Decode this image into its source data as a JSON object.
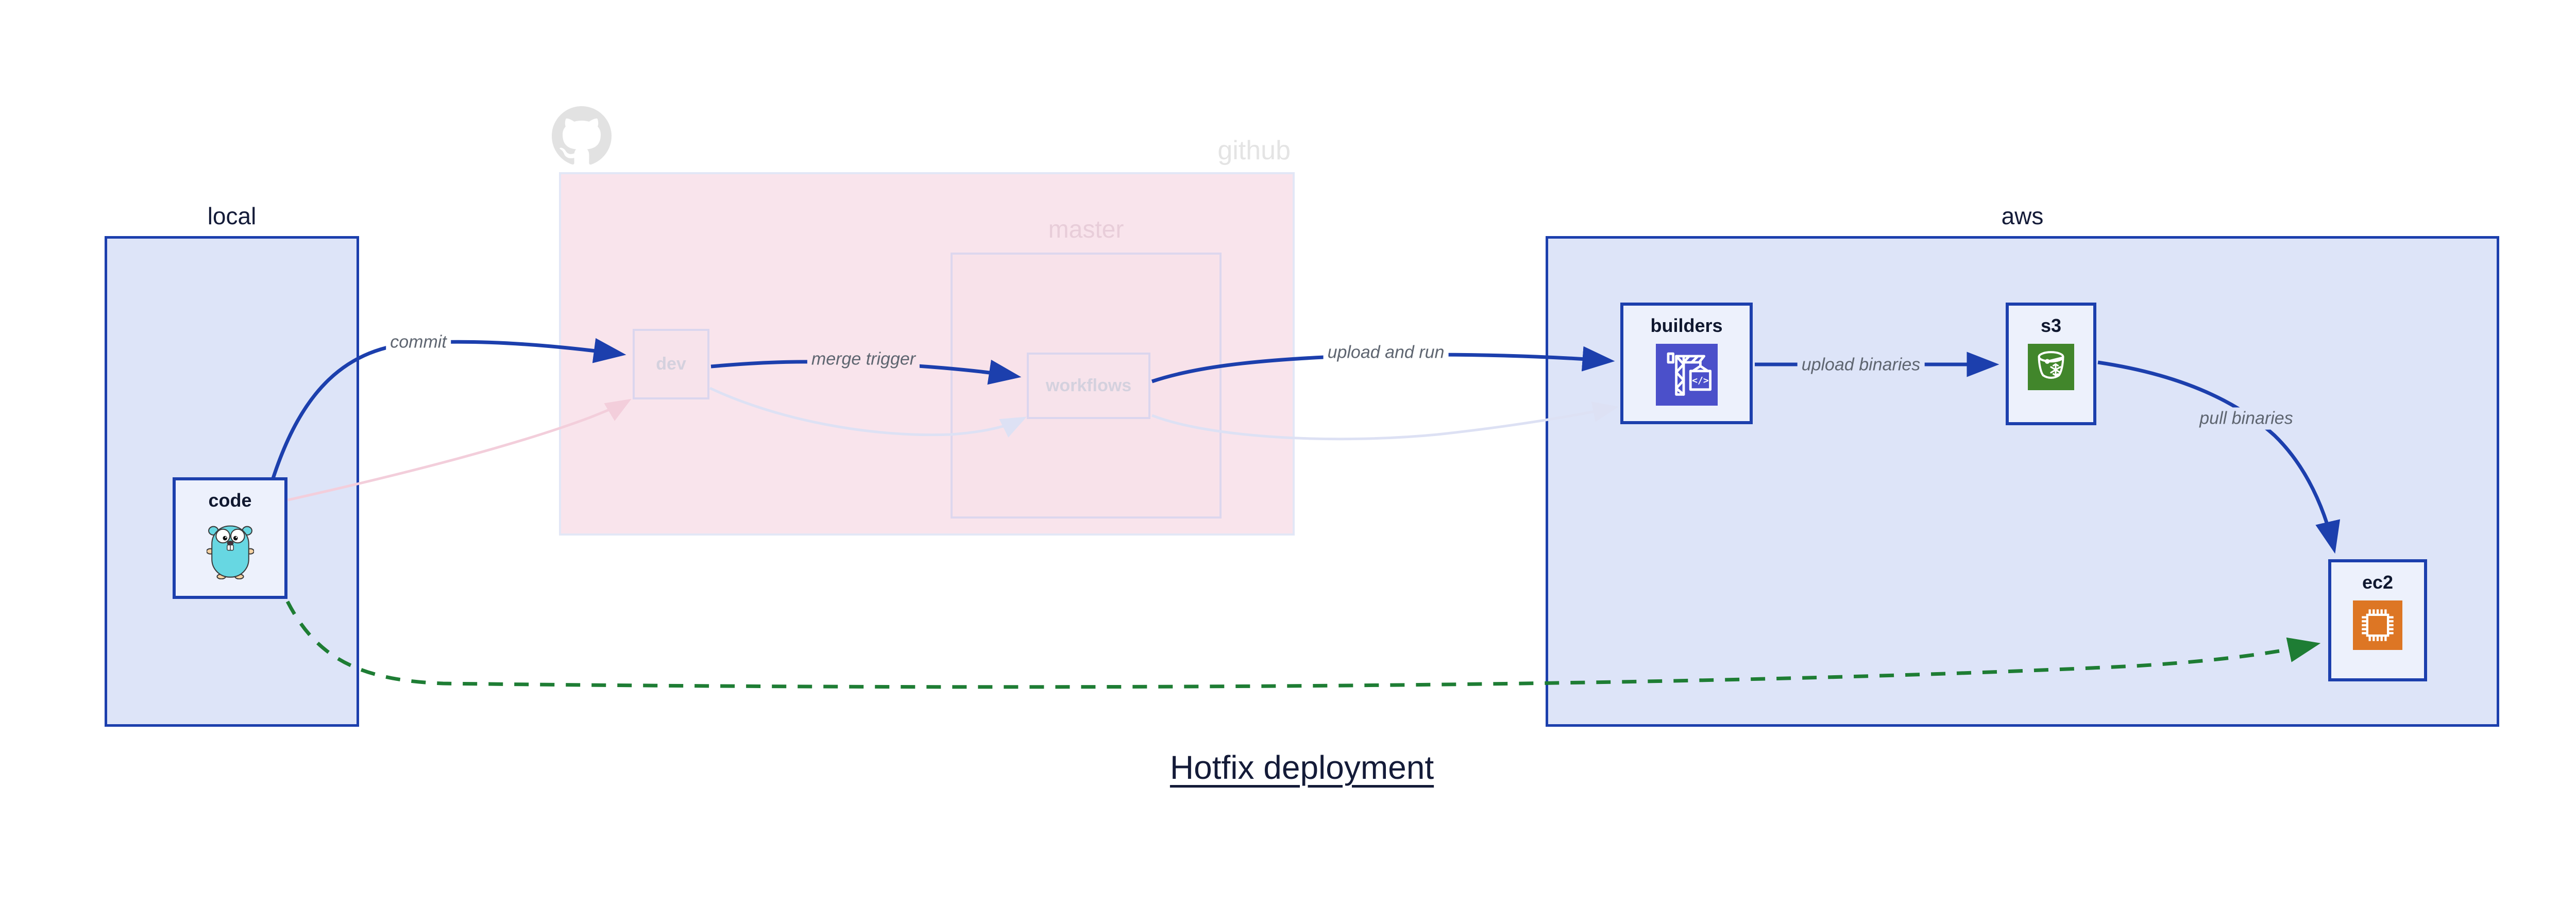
{
  "title": "Hotfix deployment",
  "groups": {
    "local": {
      "label": "local"
    },
    "github": {
      "label": "github"
    },
    "master": {
      "label": "master"
    },
    "aws": {
      "label": "aws"
    }
  },
  "nodes": {
    "code": {
      "label": "code",
      "icon": "go-gopher-icon"
    },
    "dev": {
      "label": "dev",
      "icon": null
    },
    "workflows": {
      "label": "workflows",
      "icon": null
    },
    "builders": {
      "label": "builders",
      "icon": "aws-codebuild-icon"
    },
    "s3": {
      "label": "s3",
      "icon": "aws-s3-glacier-icon"
    },
    "ec2": {
      "label": "ec2",
      "icon": "aws-ec2-icon"
    }
  },
  "edges": [
    {
      "from": "code",
      "to": "dev",
      "label": "commit",
      "style": "solid-blue"
    },
    {
      "from": "dev",
      "to": "workflows",
      "label": "merge trigger",
      "style": "solid-blue"
    },
    {
      "from": "workflows",
      "to": "builders",
      "label": "upload and run",
      "style": "solid-blue"
    },
    {
      "from": "builders",
      "to": "s3",
      "label": "upload binaries",
      "style": "solid-blue"
    },
    {
      "from": "s3",
      "to": "ec2",
      "label": "pull binaries",
      "style": "solid-blue"
    },
    {
      "from": "code",
      "to": "ec2",
      "label": "",
      "style": "dashed-green"
    },
    {
      "from": "code",
      "to": "dev",
      "label": "",
      "style": "faded-pink"
    },
    {
      "from": "dev",
      "to": "workflows",
      "label": "",
      "style": "faded-lavender"
    },
    {
      "from": "workflows",
      "to": "builders",
      "label": "",
      "style": "faded-lavender"
    }
  ],
  "colors": {
    "accent_blue": "#1c3fad",
    "navy_text": "#141b38",
    "group_fill_blue": "#dde4f8",
    "node_fill": "#edf1fc",
    "github_fill": "#f9e4ec",
    "github_border": "#e2e7f6",
    "master_border": "#ddd7ee",
    "faded_node_border": "#dbd6ee",
    "faded_text": "#d4d1de",
    "master_label": "#e8cdd9",
    "github_label": "#e4e4e4",
    "octocat_gray": "#e2e2e2",
    "edge_label_gray": "#5e6570",
    "hotfix_green": "#1e7d34",
    "codebuild_purple": "#4b50ca",
    "s3_glacier_green": "#41862b",
    "ec2_orange": "#dd7624",
    "gopher_teal": "#67d7e2",
    "faded_pink_edge": "#f3cedb",
    "faded_lavender_edge": "#dde1f4"
  }
}
